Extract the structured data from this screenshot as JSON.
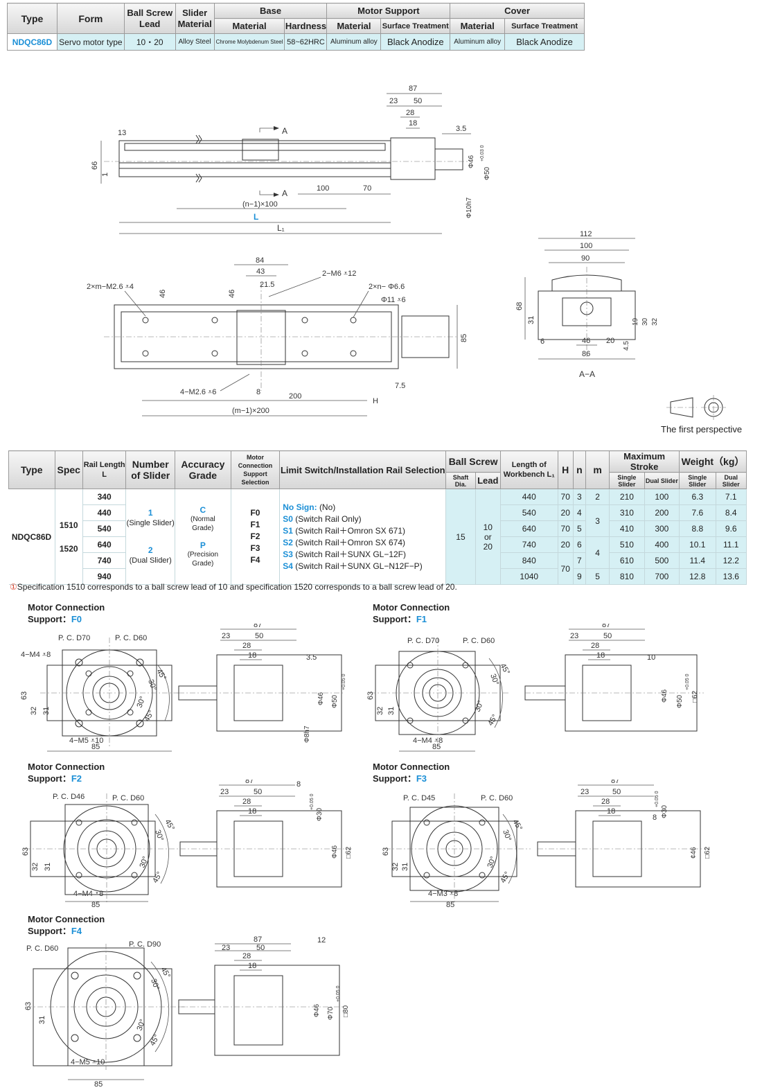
{
  "spec_table": {
    "headers": {
      "type": "Type",
      "form": "Form",
      "ball_screw_lead": "Ball Screw Lead",
      "slider_material": "Slider Material",
      "base": "Base",
      "motor_support": "Motor Support",
      "cover": "Cover",
      "material": "Material",
      "hardness": "Hardness",
      "surface_treatment": "Surface Treatment"
    },
    "row": {
      "type": "NDQC86D",
      "form": "Servo motor type",
      "lead": "10・20",
      "slider_material": "Alloy Steel",
      "base_material": "Chrome Molybdenum Steel",
      "base_hardness": "58~62HRC",
      "support_material": "Aluminum alloy",
      "support_surface": "Black Anodize",
      "cover_material": "Aluminum alloy",
      "cover_surface": "Black Anodize"
    }
  },
  "drawing_side": {
    "dims": [
      "87",
      "23",
      "50",
      "28",
      "18",
      "3.5",
      "13",
      "66",
      "1",
      "A",
      "A",
      "100",
      "70",
      "(n−1)×100",
      "L",
      "L₁",
      "Φ46",
      "Φ50",
      "Φ10h7",
      "+0.03 0"
    ]
  },
  "drawing_top": {
    "dims": [
      "84",
      "43",
      "21.5",
      "46",
      "2−M6 ⩡12",
      "2×m−M2.6 ⩡4",
      "2×n− Φ6.6",
      "Φ11 ⩡6",
      "85",
      "4−M2.6 ⩡6",
      "8",
      "200",
      "(m−1)×200",
      "7.5",
      "H"
    ]
  },
  "drawing_section": {
    "dims": [
      "112",
      "100",
      "90",
      "68",
      "31",
      "6",
      "46",
      "20",
      "86",
      "19",
      "30",
      "32",
      "4.5"
    ],
    "label": "A−A"
  },
  "first_perspective": "The first perspective",
  "selection_table": {
    "headers": {
      "type": "Type",
      "spec": "Spec",
      "rail_length": "Rail Length",
      "rail_length_sub": "L",
      "number_of_slider": "Number of Slider",
      "accuracy_grade": "Accuracy Grade",
      "motor_connection": "Motor Connection Support Selection",
      "limit_switch": "Limit Switch/Installation Rail Selection",
      "ball_screw": "Ball Screw",
      "shaft_dia": "Shaft Dia.",
      "lead": "Lead",
      "workbench_length": "Length of Workbench L₁",
      "h": "H",
      "n": "n",
      "m": "m",
      "max_stroke": "Maximum Stroke",
      "weight": "Weight（kg）",
      "single_slider": "Single Slider",
      "dual_slider": "Dual Slider"
    },
    "type": "NDQC86D",
    "specs": [
      "1510",
      "1520"
    ],
    "rail_lengths": [
      "340",
      "440",
      "540",
      "640",
      "740",
      "940"
    ],
    "slider_options": [
      {
        "code": "1",
        "desc": "(Single Slider)"
      },
      {
        "code": "2",
        "desc": "(Dual Slider)"
      }
    ],
    "grade_options": [
      {
        "code": "C",
        "desc": "(Normal Grade)"
      },
      {
        "code": "P",
        "desc": "(Precision Grade)"
      }
    ],
    "motor_codes": [
      "F0",
      "F1",
      "F2",
      "F3",
      "F4"
    ],
    "limit_switch_options": [
      {
        "code": "No Sign:",
        "desc": "(No)"
      },
      {
        "code": "S0",
        "desc": "(Switch Rail Only)"
      },
      {
        "code": "S1",
        "desc": "(Switch Rail＋Omron SX 671)"
      },
      {
        "code": "S2",
        "desc": "(Switch Rail＋Omron SX 674)"
      },
      {
        "code": "S3",
        "desc": "(Switch Rail＋SUNX GL−12F)"
      },
      {
        "code": "S4",
        "desc": "(Switch Rail＋SUNX GL−N12F−P)"
      }
    ],
    "shaft_dia": "15",
    "lead_values": [
      "10",
      "or",
      "20"
    ],
    "rows": [
      {
        "l1": "440",
        "h": "70",
        "n": "3",
        "m": "2",
        "stroke_single": "210",
        "stroke_dual": "100",
        "weight_single": "6.3",
        "weight_dual": "7.1"
      },
      {
        "l1": "540",
        "h": "20",
        "n": "4",
        "m": "3",
        "stroke_single": "310",
        "stroke_dual": "200",
        "weight_single": "7.6",
        "weight_dual": "8.4"
      },
      {
        "l1": "640",
        "h": "70",
        "n": "5",
        "m": "",
        "stroke_single": "410",
        "stroke_dual": "300",
        "weight_single": "8.8",
        "weight_dual": "9.6"
      },
      {
        "l1": "740",
        "h": "20",
        "n": "6",
        "m": "4",
        "stroke_single": "510",
        "stroke_dual": "400",
        "weight_single": "10.1",
        "weight_dual": "11.1"
      },
      {
        "l1": "840",
        "h": "70",
        "n": "7",
        "m": "",
        "stroke_single": "610",
        "stroke_dual": "500",
        "weight_single": "11.4",
        "weight_dual": "12.2"
      },
      {
        "l1": "1040",
        "h": "",
        "n": "9",
        "m": "5",
        "stroke_single": "810",
        "stroke_dual": "700",
        "weight_single": "12.8",
        "weight_dual": "13.6"
      }
    ]
  },
  "note": {
    "symbol": "①",
    "text": "Specification 1510 corresponds to a ball screw lead of 10 and specification 1520 corresponds to a ball screw lead of 20."
  },
  "motor_supports": {
    "f0": {
      "title_line1": "Motor Connection",
      "title_prefix": "Support：",
      "code": "F0",
      "pcd_a": "P. C. D70",
      "pcd_b": "P. C. D60",
      "holes_a": "4−M4 ⩡8",
      "holes_b": "4−M5 ⩡10",
      "width": "85",
      "height": "63",
      "h32": "32",
      "h31": "31",
      "top": "87",
      "d23": "23",
      "d50": "50",
      "d28": "28",
      "d18": "18",
      "offset": "3.5",
      "dia_a": "Φ46",
      "dia_b": "Φ50",
      "tol": "+0.05 0",
      "shaft": "Φ8h7",
      "ang45": "45°",
      "ang30": "30°"
    },
    "f1": {
      "title_line1": "Motor Connection",
      "title_prefix": "Support：",
      "code": "F1",
      "pcd_a": "P. C. D70",
      "pcd_b": "P. C. D60",
      "holes_b": "4−M4 ⩡8",
      "width": "85",
      "height": "63",
      "h32": "32",
      "h31": "31",
      "top": "87",
      "d23": "23",
      "d50": "50",
      "d28": "28",
      "d18": "18",
      "offset": "10",
      "dia_a": "Φ46",
      "dia_b": "Φ50",
      "tol": "+0.05 0",
      "sq": "□62",
      "ang45": "45°",
      "ang30": "30°"
    },
    "f2": {
      "title_line1": "Motor Connection",
      "title_prefix": "Support：",
      "code": "F2",
      "pcd_a": "P. C. D46",
      "pcd_b": "P. C. D60",
      "holes_b": "4−M4 ⩡8",
      "width": "85",
      "height": "63",
      "h32": "32",
      "h31": "31",
      "top": "87",
      "d23": "23",
      "d50": "50",
      "d28": "28",
      "d18": "18",
      "offset": "8",
      "dia_a": "Φ46",
      "dia_b": "Φ30",
      "tol": "+0.05 0",
      "sq": "□62",
      "ang45": "45°",
      "ang30": "30°"
    },
    "f3": {
      "title_line1": "Motor Connection",
      "title_prefix": "Support：",
      "code": "F3",
      "pcd_a": "P. C. D45",
      "pcd_b": "P. C. D60",
      "holes_b": "4−M3 ⩡8",
      "width": "85",
      "height": "63",
      "h32": "32",
      "h31": "31",
      "top": "87",
      "d23": "23",
      "d50": "50",
      "d28": "28",
      "d18": "18",
      "offset": "8",
      "dia_a": "¢46",
      "dia_b": "Φ30",
      "tol": "+0.05 0",
      "sq": "□62",
      "ang45": "45°",
      "ang30": "30°"
    },
    "f4": {
      "title_line1": "Motor Connection",
      "title_prefix": "Support：",
      "code": "F4",
      "pcd_a": "P. C. D60",
      "pcd_b": "P. C. D90",
      "holes_b": "4−M5 ⩡10",
      "width": "85",
      "height": "63",
      "h31": "31",
      "top": "87",
      "d23": "23",
      "d50": "50",
      "d28": "28",
      "d18": "18",
      "offset": "12",
      "dia_a": "Φ46",
      "dia_b": "Φ70",
      "tol": "+0.05 0",
      "sq": "□80",
      "ang45": "45°",
      "ang30": "30°"
    }
  }
}
